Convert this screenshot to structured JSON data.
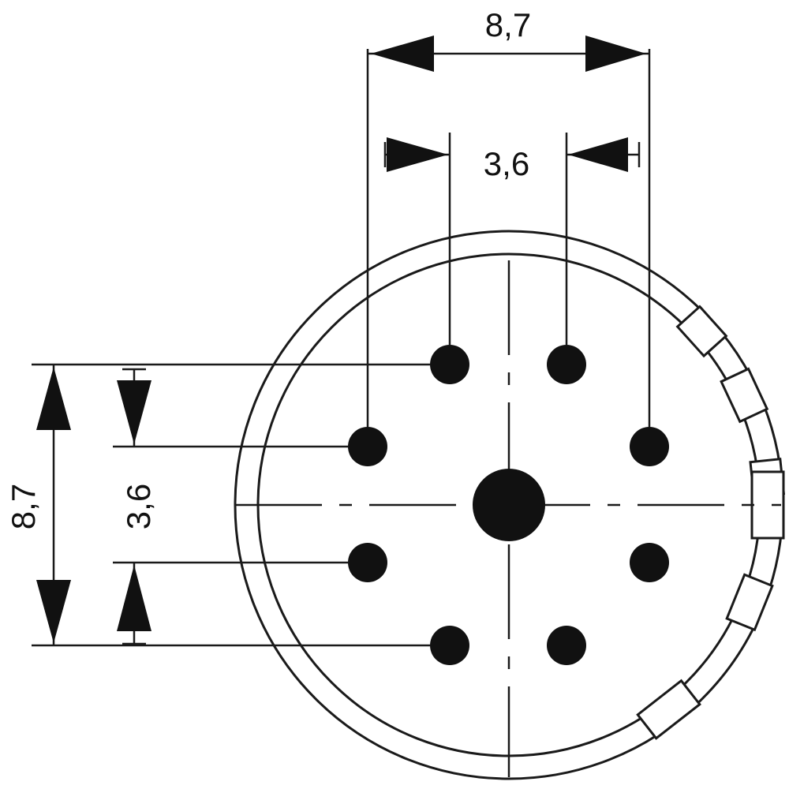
{
  "colors": {
    "line": "#1a1a1a",
    "pin": "#111111",
    "background": "#ffffff"
  },
  "dimensions": {
    "top_outer": "8,7",
    "top_inner": "3,6",
    "left_outer": "8,7",
    "left_inner": "3,6"
  }
}
